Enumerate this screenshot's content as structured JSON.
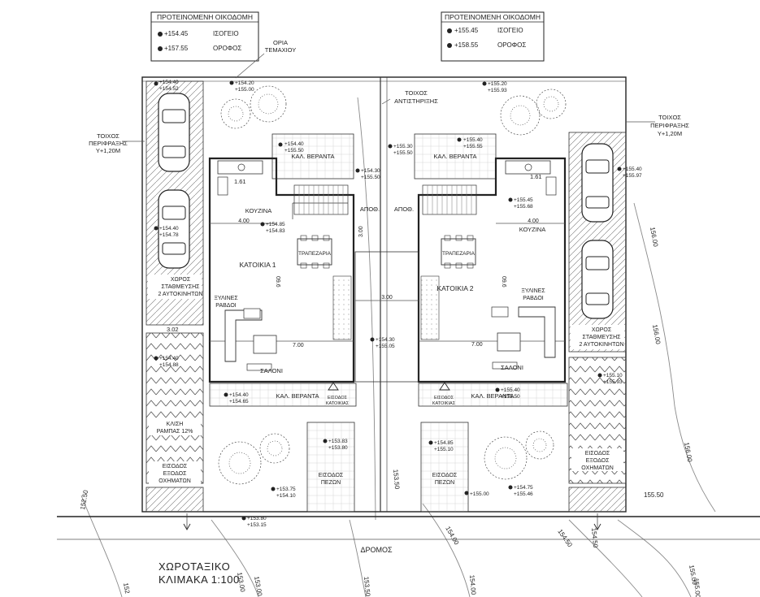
{
  "title": {
    "line1": "ΧΩΡΟΤΑΞΙΚΟ",
    "line2": "ΚΛΙΜΑΚΑ 1:100"
  },
  "boxes": [
    {
      "heading": "ΠΡΟΤΕΙΝΟΜΕΝΗ ΟΙΚΟΔΟΜΗ",
      "levels": [
        "+154.45",
        "+157.55"
      ],
      "names": [
        "ΙΣΟΓΕΙΟ",
        "ΟΡΟΦΟΣ"
      ]
    },
    {
      "heading": "ΠΡΟΤΕΙΝΟΜΕΝΗ ΟΙΚΟΔΟΜΗ",
      "levels": [
        "+155.45",
        "+158.55"
      ],
      "names": [
        "ΙΣΟΓΕΙΟ",
        "ΟΡΟΦΟΣ"
      ]
    }
  ],
  "labels": {
    "plot_limit": [
      "ΟΡΙΑ",
      "ΤΕΜΑΧΙΟΥ"
    ],
    "retaining_wall": [
      "ΤΟΙΧΟΣ",
      "ΑΝΤΙΣΤΗΡΙΞΗΣ"
    ],
    "fence_left": [
      "ΤΟΙΧΟΣ",
      "ΠΕΡΙΦΡΑΞΗΣ",
      "Υ+1,20Μ"
    ],
    "fence_right": [
      "ΤΟΙΧΟΣ",
      "ΠΕΡΙΦΡΑΞΗΣ",
      "Υ+1,20Μ"
    ],
    "veranda": "ΚΑΛ. ΒΕΡΑΝΤΑ",
    "kitchen": "ΚΟΥΖΙΝΑ",
    "dining": "ΤΡΑΠΕΖΑΡΙΑ",
    "house1": "ΚΑΤΟΙΚΙΑ 1",
    "house2": "ΚΑΤΟΙΚΙΑ 2",
    "storage": "ΑΠΟΘ.",
    "wood_rods": [
      "ΞΥΛΙΝΕΣ",
      "ΡΑΒΔΟΙ"
    ],
    "living": "ΣΑΛΟΝΙ",
    "house_entrance": [
      "ΕΙΣΟΔΟΣ",
      "ΚΑΤΟΙΚΙΑΣ"
    ],
    "parking": [
      "ΧΩΡΟΣ",
      "ΣΤΑΘΜΕΥΣΗΣ",
      "2 ΑΥΤΟΚΙΝΗΤΩΝ"
    ],
    "ramp": [
      "ΚΛΙΣΗ",
      "ΡΑΜΠΑΣ 12%"
    ],
    "vehicle_entrance": [
      "ΕΙΣΟΔΟΣ",
      "ΕΞΟΔΟΣ",
      "ΟΧΗΜΑΤΩΝ"
    ],
    "pedestrian_entrance": [
      "ΕΙΣΟΔΟΣ",
      "ΠΕΖΩΝ"
    ],
    "road": "ΔΡΟΜΟΣ"
  },
  "dimensions": [
    "4.00",
    "3.00",
    "3.00",
    "3.02",
    "7.00",
    "7.00",
    "1.61",
    "1.61",
    "4.00",
    "09.6",
    "09.6"
  ],
  "levels": [
    {
      "id": "l01",
      "a": "+154.40",
      "b": "+154.52"
    },
    {
      "id": "l02",
      "a": "+154.20",
      "b": "+155.00"
    },
    {
      "id": "l03",
      "a": "+154.40",
      "b": "+155.50"
    },
    {
      "id": "l04",
      "a": "+154.30",
      "b": "+155.50"
    },
    {
      "id": "l05",
      "a": "+154.40",
      "b": "+154.78"
    },
    {
      "id": "l06",
      "a": "+154.85",
      "b": "+154.83"
    },
    {
      "id": "l07",
      "a": "+154.30",
      "b": "+155.05"
    },
    {
      "id": "l08",
      "a": "+154.40",
      "b": "+154.88"
    },
    {
      "id": "l09",
      "a": "+154.40",
      "b": "+154.65"
    },
    {
      "id": "l10",
      "a": "+153.83",
      "b": "+153.80"
    },
    {
      "id": "l11",
      "a": "+153.75",
      "b": "+154.10"
    },
    {
      "id": "l12",
      "a": "+153.80",
      "b": "+153.15"
    },
    {
      "id": "l13",
      "a": "+155.20",
      "b": "+155.93"
    },
    {
      "id": "l14",
      "a": "+155.40",
      "b": "+155.55"
    },
    {
      "id": "l15",
      "a": "+155.30",
      "b": "+155.50"
    },
    {
      "id": "l16",
      "a": "+155.40",
      "b": "+155.97"
    },
    {
      "id": "l17",
      "a": "+155.45",
      "b": "+155.68"
    },
    {
      "id": "l18",
      "a": "+155.40",
      "b": "+155.50"
    },
    {
      "id": "l19",
      "a": "+155.10",
      "b": "+155.93"
    },
    {
      "id": "l20",
      "a": "+154.85",
      "b": "+155.10"
    },
    {
      "id": "l21",
      "a": "+154.75",
      "b": "+155.46"
    },
    {
      "id": "l22",
      "a": "+155.00",
      "b": ""
    }
  ],
  "contours": [
    "152.50",
    "153.00",
    "153.50",
    "154.00",
    "154.50",
    "155.00",
    "155.50",
    "156.00",
    "156.00",
    "156.00",
    "153.00",
    "152",
    "153.50",
    "154.00",
    "154.50",
    "155.00"
  ]
}
